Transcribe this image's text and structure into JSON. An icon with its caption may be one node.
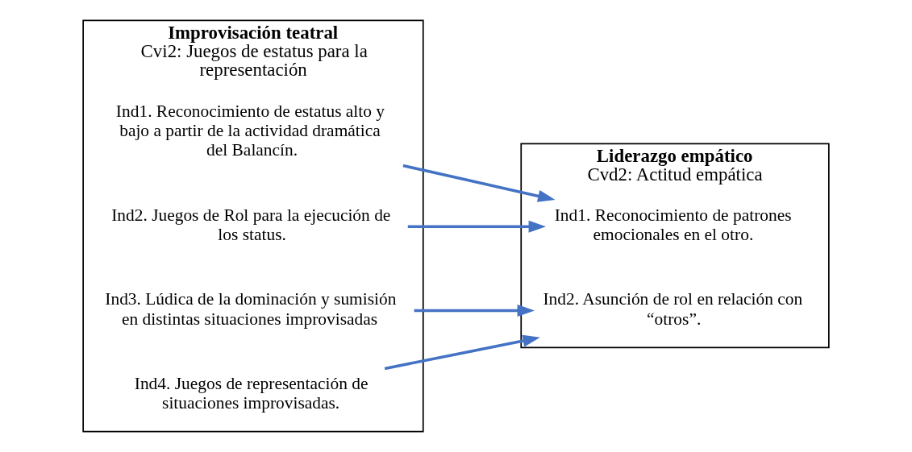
{
  "diagram": {
    "nodes": [
      {
        "text": [
          "Improvisación teatral",
          "Cvi2: Juegos de estatus para la representación"
        ]
      },
      {
        "text": [
          "Ind1. Reconocimiento de estatus alto y bajo a partir de la actividad dramática del Balancín."
        ],
        "in": 0
      },
      {
        "text": [
          "Ind2. Juegos de Rol para la ejecución de los status."
        ],
        "in": 0
      },
      {
        "text": [
          "Ind3. Lúdica de la dominación y sumisión en distintas situaciones improvisadas"
        ],
        "in": 0
      },
      {
        "text": [
          "Ind4. Juegos de representación de situaciones improvisadas."
        ],
        "in": 0
      },
      {
        "text": [
          "Liderazgo empático",
          "Cvd2: Actitud empática"
        ]
      },
      {
        "text": [
          "Ind1. Reconocimiento de patrones emocionales en el otro."
        ],
        "in": 5
      },
      {
        "text": [
          "Ind2. Asunción de rol en relación con “otros”."
        ],
        "in": 5
      }
    ],
    "edges": [
      {
        "from": 1,
        "to": 6,
        "arrow": "to"
      },
      {
        "from": 2,
        "to": 6,
        "arrow": "to"
      },
      {
        "from": 3,
        "to": 7,
        "arrow": "to"
      },
      {
        "from": 4,
        "to": 7,
        "arrow": "to"
      }
    ]
  }
}
